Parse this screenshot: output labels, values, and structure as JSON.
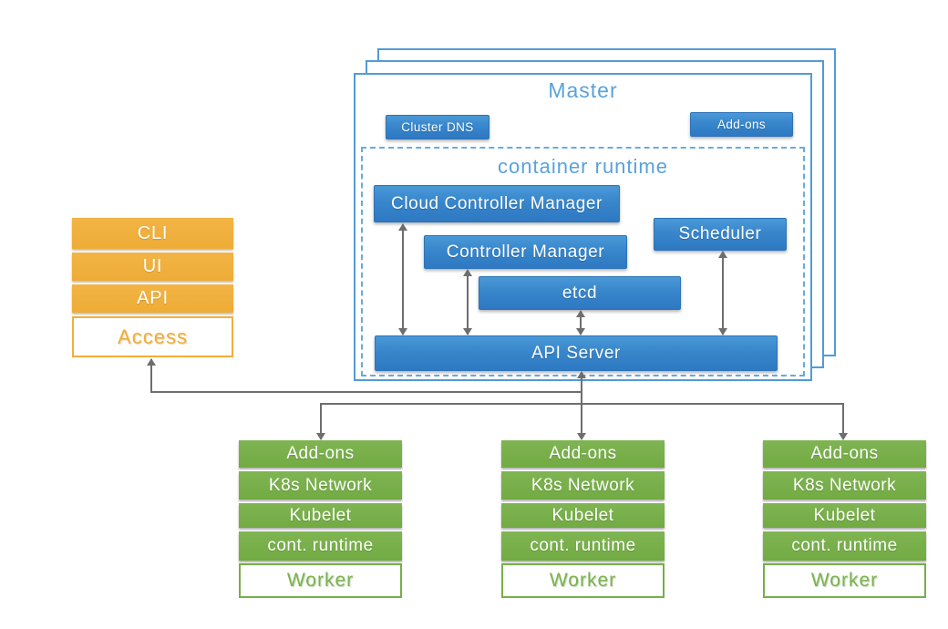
{
  "colors": {
    "component_blue": "#3886CC",
    "outline_blue": "#529BD6",
    "title_blue": "#59A2DC",
    "access_orange": "#F0AE3C",
    "worker_green": "#76AE49",
    "connector_gray": "#6E6E6E"
  },
  "master": {
    "title": "Master",
    "cluster_dns_label": "Cluster DNS",
    "addons_label": "Add-ons",
    "container_runtime": {
      "title": "container runtime",
      "components": {
        "cloud_controller_manager": "Cloud Controller Manager",
        "controller_manager": "Controller Manager",
        "scheduler": "Scheduler",
        "etcd": "etcd",
        "api_server": "API Server"
      }
    }
  },
  "access_stack": {
    "layers": [
      "CLI",
      "UI",
      "API"
    ],
    "base": "Access"
  },
  "workers": [
    {
      "layers": [
        "Add-ons",
        "K8s Network",
        "Kubelet",
        "cont. runtime"
      ],
      "base": "Worker"
    },
    {
      "layers": [
        "Add-ons",
        "K8s Network",
        "Kubelet",
        "cont. runtime"
      ],
      "base": "Worker"
    },
    {
      "layers": [
        "Add-ons",
        "K8s Network",
        "Kubelet",
        "cont. runtime"
      ],
      "base": "Worker"
    }
  ]
}
